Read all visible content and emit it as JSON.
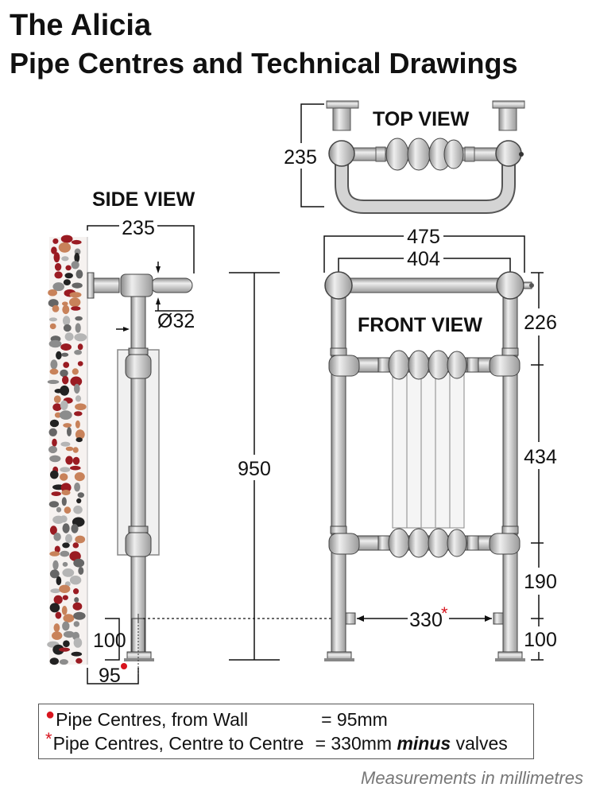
{
  "header": {
    "title": "The Alicia",
    "subtitle": "Pipe Centres and Technical Drawings"
  },
  "views": {
    "top": "TOP VIEW",
    "side": "SIDE VIEW",
    "front": "FRONT VIEW"
  },
  "dimensions": {
    "top_depth": "235",
    "side_projection": "235",
    "pipe_diameter": "Ø32",
    "height": "950",
    "overall_width": "475",
    "rail_width": "404",
    "top_gap": "226",
    "mid_gap": "434",
    "lower_gap": "190",
    "side_bottom": "100",
    "front_bottom": "100",
    "wall_offset": "95",
    "centre_to_centre": "330"
  },
  "notes": {
    "note1_label": "Pipe Centres, from Wall",
    "note1_value": "= 95mm",
    "note2_label": "Pipe Centres, Centre to Centre",
    "note2_value_a": "= 330mm ",
    "note2_value_em": "minus",
    "note2_value_b": " valves",
    "marker_dot": "●",
    "marker_star": "*"
  },
  "footer": "Measurements in millimetres",
  "colors": {
    "metal": "#c8c8c8",
    "metal_dark": "#7a7a7a",
    "accent_red": "#d8141e",
    "stone_orange": "#c8825a",
    "stone_dark": "#222222",
    "stone_red": "#9a1b22"
  }
}
